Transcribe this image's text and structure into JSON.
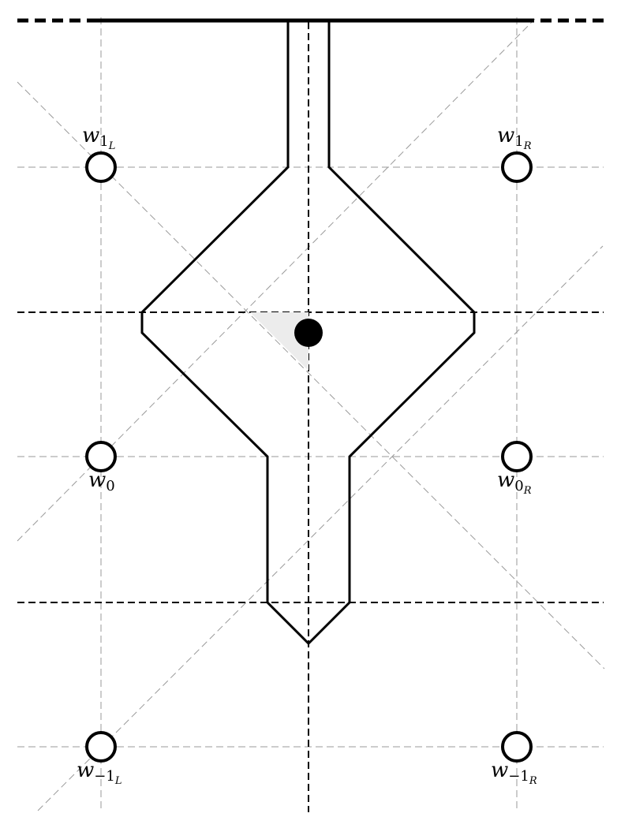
{
  "labels": {
    "w1L": {
      "base": "w",
      "sub": "1",
      "subsub": "L"
    },
    "w1R": {
      "base": "w",
      "sub": "1",
      "subsub": "R"
    },
    "w0": {
      "base": "w",
      "sub": "0",
      "subsub": ""
    },
    "w0R": {
      "base": "w",
      "sub": "0",
      "subsub": "R"
    },
    "wm1L": {
      "base": "w",
      "sub": "−1",
      "subsub": "L"
    },
    "wm1R": {
      "base": "w",
      "sub": "−1",
      "subsub": "R"
    }
  },
  "colors": {
    "line": "#000000",
    "guide": "#9a9a9a",
    "shade": "#ececec",
    "background": "#ffffff"
  }
}
